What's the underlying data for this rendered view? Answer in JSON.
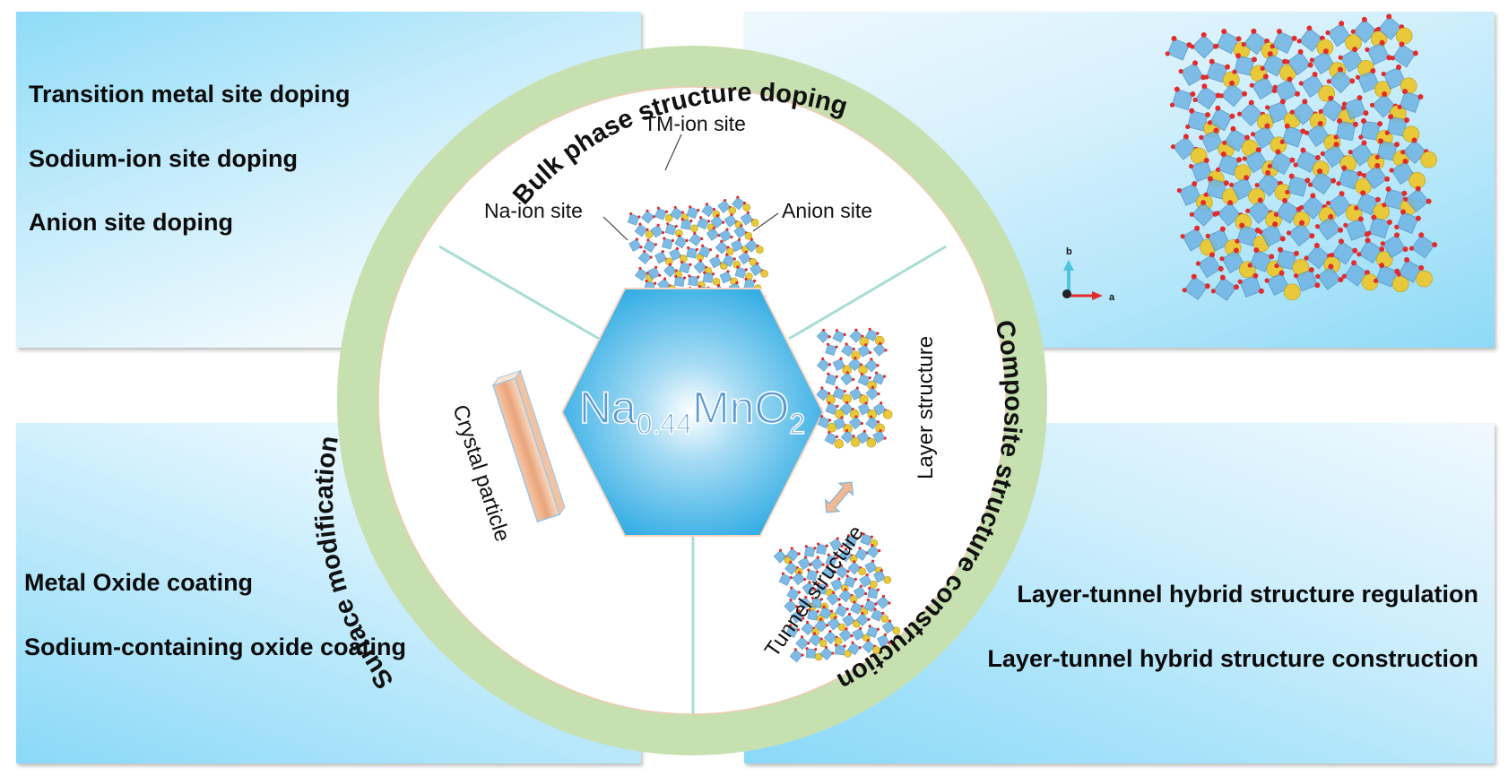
{
  "center": {
    "formula_base": "Na",
    "formula_sub1": "0.44",
    "formula_mid": "MnO",
    "formula_sub2": "2"
  },
  "ring": {
    "top_label": "Bulk phase structure doping",
    "right_label": "Composite structure construction",
    "left_label": "Surface modification"
  },
  "sectors": {
    "top": {
      "tm_label": "TM-ion site",
      "na_label": "Na-ion site",
      "anion_label": "Anion site"
    },
    "left": {
      "label": "Crystal particle"
    },
    "right": {
      "layer_label": "Layer structure",
      "tunnel_label": "Tunnel structure"
    }
  },
  "panels": {
    "top_left": {
      "items": [
        "Transition metal site doping",
        "Sodium-ion site doping",
        "Anion site doping"
      ]
    },
    "top_right": {
      "axis_a": "a",
      "axis_b": "b"
    },
    "bottom_left": {
      "items": [
        "Metal Oxide coating",
        "Sodium-containing oxide coating"
      ]
    },
    "bottom_right": {
      "items": [
        "Layer-tunnel hybrid structure regulation",
        "Layer-tunnel hybrid structure construction"
      ]
    }
  },
  "colors": {
    "ring_green": "#c6e0b0",
    "hexagon_blue": "#3bb2e6",
    "formula_fill": "#5d9bd6",
    "divider": "#a9dcd6",
    "na_atom": "#e8c93a",
    "o_atom": "#e22b2b",
    "polyhedron": "#6fb4e3"
  }
}
